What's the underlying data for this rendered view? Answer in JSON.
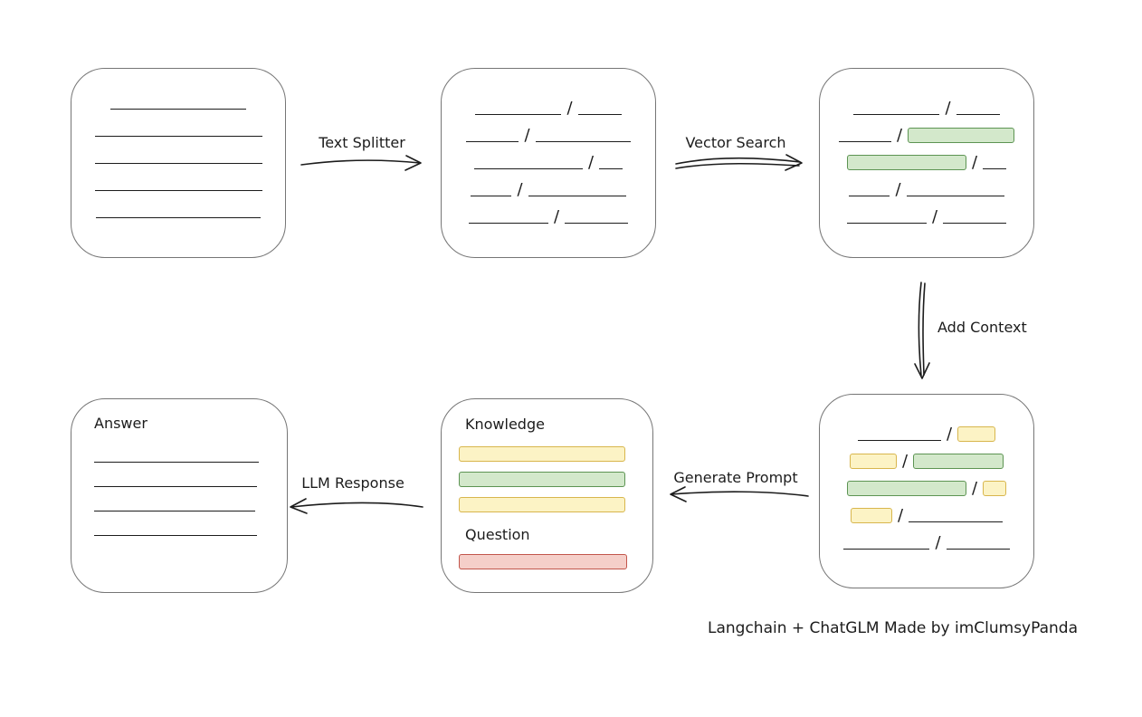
{
  "caption": "Langchain + ChatGLM Made by imClumsyPanda",
  "slash": "/",
  "colors": {
    "ink": "#1c1c1c",
    "box_border": "#767676",
    "green_fill": "#d3e8cb",
    "green_stroke": "#5d9453",
    "yellow_fill": "#fcf3c5",
    "yellow_stroke": "#d8b64d",
    "red_fill": "#f5cfc9",
    "red_stroke": "#c2564c"
  },
  "arrow_labels": {
    "text_splitter": "Text Splitter",
    "vector_search": "Vector Search",
    "add_context": "Add Context",
    "generate_prompt": "Generate Prompt",
    "llm_response": "LLM Response"
  },
  "document_box": {
    "rows": [
      [
        {
          "t": "line",
          "w": 150
        }
      ],
      [
        {
          "t": "line",
          "w": 185
        }
      ],
      [
        {
          "t": "line",
          "w": 185
        }
      ],
      [
        {
          "t": "line",
          "w": 185
        }
      ],
      [
        {
          "t": "line",
          "w": 182
        }
      ]
    ]
  },
  "chunks_box": {
    "rows": [
      [
        {
          "t": "line",
          "w": 95
        },
        {
          "t": "slash"
        },
        {
          "t": "line",
          "w": 48
        }
      ],
      [
        {
          "t": "line",
          "w": 58
        },
        {
          "t": "slash"
        },
        {
          "t": "line",
          "w": 105
        }
      ],
      [
        {
          "t": "line",
          "w": 120
        },
        {
          "t": "slash"
        },
        {
          "t": "line",
          "w": 26
        }
      ],
      [
        {
          "t": "line",
          "w": 45
        },
        {
          "t": "slash"
        },
        {
          "t": "line",
          "w": 108
        }
      ],
      [
        {
          "t": "line",
          "w": 88
        },
        {
          "t": "slash"
        },
        {
          "t": "line",
          "w": 70
        }
      ]
    ]
  },
  "retrieved_box": {
    "rows": [
      [
        {
          "t": "line",
          "w": 95
        },
        {
          "t": "slash"
        },
        {
          "t": "line",
          "w": 48
        }
      ],
      [
        {
          "t": "line",
          "w": 58
        },
        {
          "t": "slash"
        },
        {
          "t": "hl",
          "c": "green",
          "w": 118
        }
      ],
      [
        {
          "t": "hl",
          "c": "green",
          "w": 132
        },
        {
          "t": "slash"
        },
        {
          "t": "line",
          "w": 26
        }
      ],
      [
        {
          "t": "line",
          "w": 45
        },
        {
          "t": "slash"
        },
        {
          "t": "line",
          "w": 108
        }
      ],
      [
        {
          "t": "line",
          "w": 88
        },
        {
          "t": "slash"
        },
        {
          "t": "line",
          "w": 70
        }
      ]
    ]
  },
  "context_box": {
    "rows": [
      [
        {
          "t": "line",
          "w": 92
        },
        {
          "t": "slash"
        },
        {
          "t": "hl",
          "c": "yellow",
          "w": 42
        }
      ],
      [
        {
          "t": "hl",
          "c": "yellow",
          "w": 52
        },
        {
          "t": "slash"
        },
        {
          "t": "hl",
          "c": "green",
          "w": 100
        }
      ],
      [
        {
          "t": "hl",
          "c": "green",
          "w": 132
        },
        {
          "t": "slash"
        },
        {
          "t": "hl",
          "c": "yellow",
          "w": 26
        }
      ],
      [
        {
          "t": "hl",
          "c": "yellow",
          "w": 46
        },
        {
          "t": "slash"
        },
        {
          "t": "line",
          "w": 104
        }
      ],
      [
        {
          "t": "line",
          "w": 95
        },
        {
          "t": "slash"
        },
        {
          "t": "line",
          "w": 70
        }
      ]
    ]
  },
  "prompt_box": {
    "knowledge_label": "Knowledge",
    "question_label": "Question",
    "knowledge_bars": [
      [
        {
          "t": "hl",
          "c": "yellow",
          "w": 184
        }
      ],
      [
        {
          "t": "hl",
          "c": "green",
          "w": 184
        }
      ],
      [
        {
          "t": "hl",
          "c": "yellow",
          "w": 184
        }
      ]
    ],
    "question_bars": [
      [
        {
          "t": "hl",
          "c": "red",
          "w": 186
        }
      ]
    ]
  },
  "answer_box": {
    "label": "Answer",
    "rows": [
      [
        {
          "t": "line",
          "w": 182
        }
      ],
      [
        {
          "t": "line",
          "w": 180
        }
      ],
      [
        {
          "t": "line",
          "w": 178
        }
      ],
      [
        {
          "t": "line",
          "w": 180
        }
      ]
    ]
  }
}
